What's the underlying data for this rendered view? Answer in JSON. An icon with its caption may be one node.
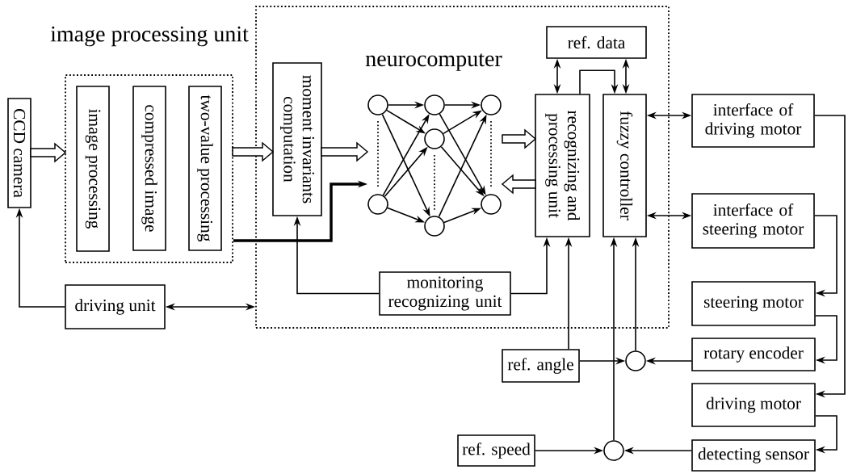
{
  "diagram": {
    "nodes": [
      {
        "text": [
          "CCD camera"
        ]
      },
      {
        "text": [
          "image processing unit"
        ]
      },
      {
        "text": [
          "image processing"
        ],
        "in": 1
      },
      {
        "text": [
          "compressed image"
        ],
        "in": 1
      },
      {
        "text": [
          "two-value processing"
        ],
        "in": 1
      },
      {
        "text": [
          "neurocomputer"
        ]
      },
      {
        "text": [
          "moment invariants computation"
        ],
        "in": 5
      },
      {
        "text": [],
        "shape": "circle",
        "in": 5
      },
      {
        "text": [],
        "shape": "circle",
        "in": 5
      },
      {
        "text": [],
        "shape": "circle",
        "in": 5
      },
      {
        "text": [],
        "shape": "circle",
        "in": 5
      },
      {
        "text": [],
        "shape": "circle",
        "in": 5
      },
      {
        "text": [],
        "shape": "circle",
        "in": 5
      },
      {
        "text": [],
        "shape": "circle",
        "in": 5
      },
      {
        "text": [
          "recognizing and processing unit"
        ],
        "in": 5
      },
      {
        "text": [
          "fuzzy controller"
        ],
        "in": 5
      },
      {
        "text": [
          "ref. data"
        ],
        "in": 5
      },
      {
        "text": [
          "monitoring recognizing unit"
        ],
        "in": 5
      },
      {
        "text": [
          "driving unit"
        ]
      },
      {
        "text": [
          "interface of driving motor"
        ]
      },
      {
        "text": [
          "interface of steering motor"
        ]
      },
      {
        "text": [
          "steering motor"
        ]
      },
      {
        "text": [
          "rotary encoder"
        ]
      },
      {
        "text": [
          "driving motor"
        ]
      },
      {
        "text": [
          "detecting sensor"
        ]
      },
      {
        "text": [
          "ref. angle"
        ]
      },
      {
        "text": [
          "ref. speed"
        ]
      },
      {
        "text": [],
        "shape": "circle"
      },
      {
        "text": [],
        "shape": "circle"
      }
    ],
    "edges": [
      {
        "from": 0,
        "to": 1,
        "arrow": "to"
      },
      {
        "from": 1,
        "to": 6,
        "arrow": "to"
      },
      {
        "from": 6,
        "to": null,
        "arrow": "to"
      },
      {
        "from": null,
        "to": 14,
        "arrow": "to"
      },
      {
        "from": 14,
        "to": null,
        "arrow": "to"
      },
      {
        "from": 1,
        "to": null,
        "arrow": "to",
        "style": "thick"
      },
      {
        "from": 7,
        "to": 9,
        "arrow": "to"
      },
      {
        "from": 7,
        "to": 10,
        "arrow": "to"
      },
      {
        "from": 7,
        "to": 11,
        "arrow": "to"
      },
      {
        "from": 8,
        "to": 9,
        "arrow": "to"
      },
      {
        "from": 8,
        "to": 10,
        "arrow": "to"
      },
      {
        "from": 8,
        "to": 11,
        "arrow": "to"
      },
      {
        "from": 9,
        "to": 12,
        "arrow": "to"
      },
      {
        "from": 9,
        "to": 13,
        "arrow": "to"
      },
      {
        "from": 10,
        "to": 12,
        "arrow": "to"
      },
      {
        "from": 10,
        "to": 13,
        "arrow": "to"
      },
      {
        "from": 11,
        "to": 12,
        "arrow": "to"
      },
      {
        "from": 11,
        "to": 13,
        "arrow": "to"
      },
      {
        "from": 17,
        "to": 6,
        "arrow": "to"
      },
      {
        "from": 17,
        "to": 14,
        "arrow": "to"
      },
      {
        "from": 16,
        "to": 14,
        "arrow": "both"
      },
      {
        "from": 16,
        "to": 15,
        "arrow": "both"
      },
      {
        "from": 14,
        "to": 15,
        "arrow": "to"
      },
      {
        "from": 15,
        "to": 19,
        "arrow": "both"
      },
      {
        "from": 15,
        "to": 20,
        "arrow": "both"
      },
      {
        "from": 18,
        "to": 5,
        "arrow": "both"
      },
      {
        "from": 18,
        "to": 0,
        "arrow": "to"
      },
      {
        "from": 19,
        "to": 23,
        "arrow": "to"
      },
      {
        "from": 20,
        "to": 21,
        "arrow": "to"
      },
      {
        "from": 21,
        "to": 22,
        "arrow": "to"
      },
      {
        "from": 23,
        "to": 24,
        "arrow": "to"
      },
      {
        "from": 22,
        "to": 27,
        "arrow": "to"
      },
      {
        "from": 25,
        "to": 27,
        "arrow": "to"
      },
      {
        "from": 25,
        "to": 14,
        "arrow": "to"
      },
      {
        "from": 27,
        "to": 15,
        "arrow": "to"
      },
      {
        "from": 24,
        "to": 28,
        "arrow": "to"
      },
      {
        "from": 26,
        "to": 28,
        "arrow": "to"
      },
      {
        "from": 28,
        "to": 15,
        "arrow": "to"
      }
    ]
  }
}
